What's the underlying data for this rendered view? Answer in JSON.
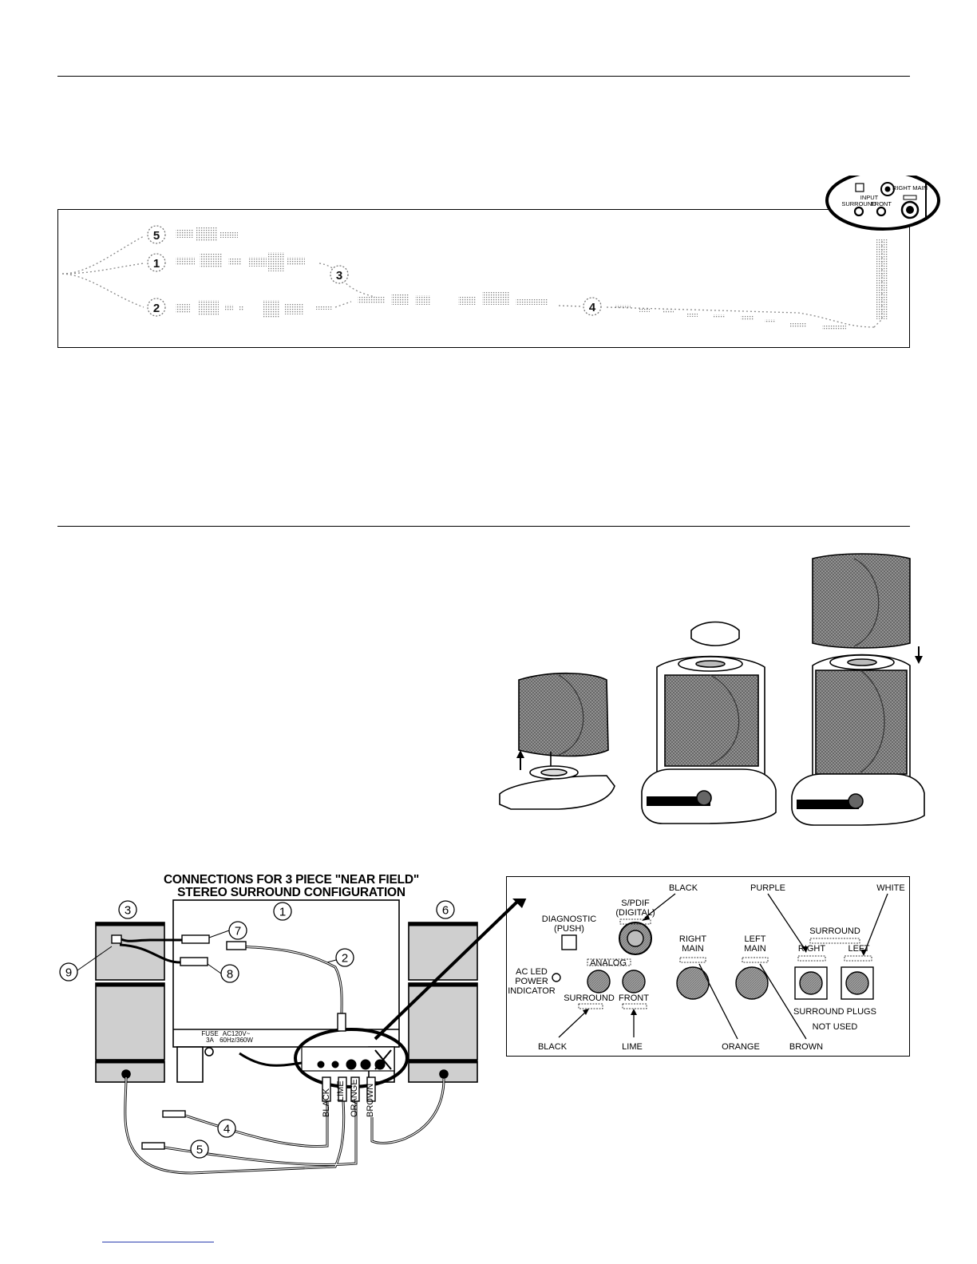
{
  "flow_diagram": {
    "callouts": [
      "5",
      "1",
      "3",
      "2",
      "4"
    ],
    "inset_labels": {
      "input": "INPUT",
      "surround": "SURROUND",
      "front": "FRONT",
      "right_main": "RIGHT MAIN"
    }
  },
  "assembly": {
    "steps": [
      "pod-on-base",
      "speaker-with-cap",
      "stacked-speakers"
    ]
  },
  "wiring": {
    "title_line1": "CONNECTIONS FOR 3 PIECE \"NEAR FIELD\"",
    "title_line2": "STEREO SURROUND CONFIGURATION",
    "callouts": {
      "c1": "1",
      "c2": "2",
      "c3": "3",
      "c4": "4",
      "c5": "5",
      "c6": "6",
      "c7": "7",
      "c8": "8",
      "c9": "9"
    },
    "sub_labels": {
      "fuse": "FUSE",
      "fuse_rating": "3A",
      "ac": "AC120V~",
      "ac_rating": "60Hz/360W"
    },
    "cable_labels": [
      "BLACK",
      "LIME",
      "ORANGE",
      "BROWN"
    ]
  },
  "panel": {
    "diagnostic": "DIAGNOSTIC",
    "push": "(PUSH)",
    "spdif": "S/PDIF",
    "digital": "(DIGITAL)",
    "ac_led": "AC LED",
    "power": "POWER",
    "indicator": "INDICATOR",
    "analog": "ANALOG",
    "surround_jack": "SURROUND",
    "front_jack": "FRONT",
    "right_main_1": "RIGHT",
    "right_main_2": "MAIN",
    "left_main_1": "LEFT",
    "left_main_2": "MAIN",
    "surround_group": "SURROUND",
    "right": "RIGHT",
    "left": "LEFT",
    "surround_plugs": "SURROUND PLUGS",
    "not_used": "NOT USED",
    "black_top": "BLACK",
    "purple": "PURPLE",
    "white": "WHITE",
    "black_bottom": "BLACK",
    "lime": "LIME",
    "orange": "ORANGE",
    "brown": "BROWN"
  },
  "colors": {
    "ink": "#000000",
    "grey": "#9a9a9a",
    "link": "#2b3fb0"
  }
}
